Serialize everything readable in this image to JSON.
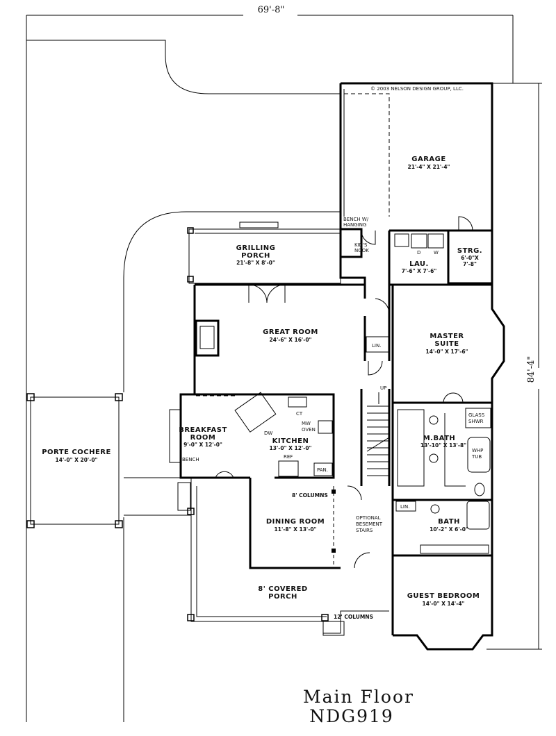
{
  "dimensions": {
    "width": "69'-8\"",
    "depth": "84'-4\""
  },
  "copyright": "© 2003 NELSON DESIGN GROUP, LLC.",
  "rooms": {
    "garage": {
      "name": "GARAGE",
      "size": "21'-4\" X 21'-4\""
    },
    "grilling_porch": {
      "name1": "GRILLING",
      "name2": "PORCH",
      "size": "21'-8\" X 8'-0\""
    },
    "kids_nook": {
      "line1": "KID'S",
      "line2": "NOOK"
    },
    "bench_hanging": {
      "line1": "BENCH W/",
      "line2": "HANGING"
    },
    "laundry": {
      "name": "LAU.",
      "size": "7'-6\" X 7'-6\""
    },
    "storage": {
      "name": "STRG.",
      "size1": "6'-0\"X",
      "size2": "7'-8\""
    },
    "great_room": {
      "name": "GREAT ROOM",
      "size": "24'-6\" X 16'-0\""
    },
    "master_suite": {
      "name1": "MASTER",
      "name2": "SUITE",
      "size": "14'-0\" X 17'-6\""
    },
    "breakfast": {
      "name1": "BREAKFAST",
      "name2": "ROOM",
      "size": "9'-0\" X 12'-0\""
    },
    "kitchen": {
      "name": "KITCHEN",
      "size": "13'-0\" X 12'-0\""
    },
    "master_bath": {
      "name": "M.BATH",
      "size": "13'-10\" X 13'-8\""
    },
    "dining": {
      "name": "DINING ROOM",
      "size": "11'-8\" X 13'-0\""
    },
    "bath": {
      "name": "BATH",
      "size": "10'-2\" X 6'-0\""
    },
    "porte_cochere": {
      "name": "PORTE COCHERE",
      "size": "14'-0\" X 20'-0\""
    },
    "covered_porch": {
      "name1": "8' COVERED",
      "name2": "PORCH"
    },
    "guest_bedroom": {
      "name": "GUEST BEDROOM",
      "size": "14'-0\" X 14'-4\""
    }
  },
  "labels": {
    "lin": "LIN.",
    "up": "UP",
    "dw": "DW",
    "mw_oven1": "MW",
    "mw_oven2": "OVEN",
    "ref": "REF",
    "pan": "PAN.",
    "bench": "BENCH",
    "ct": "CT",
    "d": "D",
    "w": "W",
    "glass_shwr1": "GLASS",
    "glass_shwr2": "SHWR",
    "whp_tub1": "WHP",
    "whp_tub2": "TUB",
    "columns8": "8' COLUMNS",
    "columns12": "12' COLUMNS",
    "optional1": "OPTIONAL",
    "optional2": "BESEMENT",
    "optional3": "STAIRS"
  },
  "title": {
    "line1": "Main Floor",
    "line2": "NDG919"
  }
}
